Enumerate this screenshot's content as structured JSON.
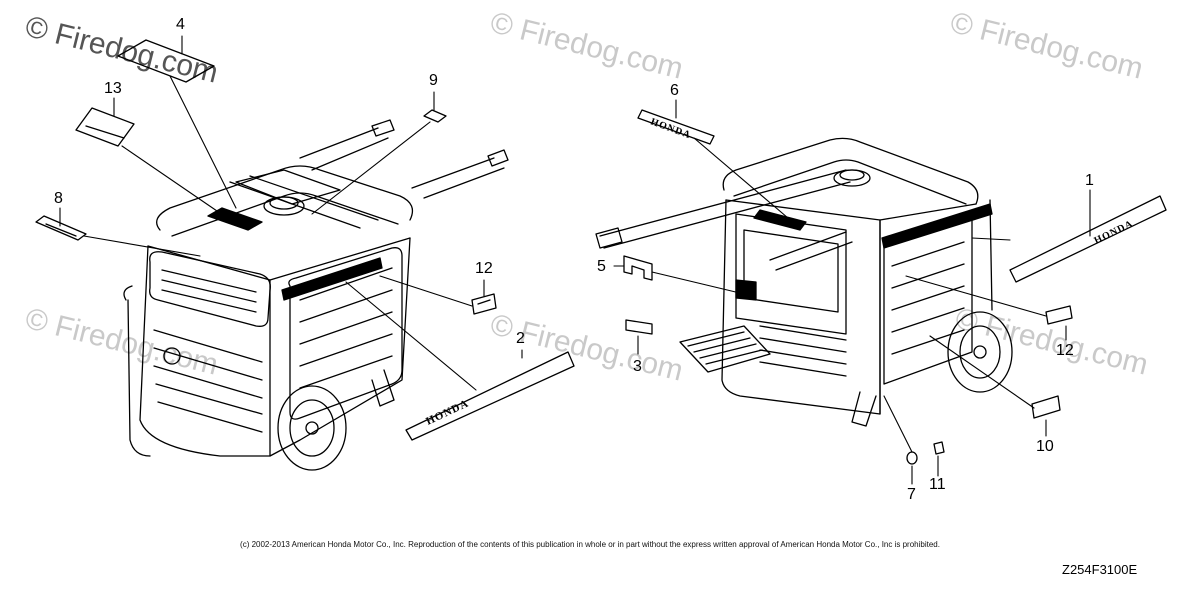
{
  "watermark": {
    "primary": "© Firedog.com",
    "faded": "© Firedog.com"
  },
  "callouts": {
    "n1": "1",
    "n2": "2",
    "n3": "3",
    "n4": "4",
    "n5": "5",
    "n6": "6",
    "n7": "7",
    "n8": "8",
    "n9": "9",
    "n10": "10",
    "n11": "11",
    "n12a": "12",
    "n12b": "12",
    "n13": "13"
  },
  "brand_text": "HONDA",
  "copyright": "(c) 2002-2013 American Honda Motor Co., Inc. Reproduction of the contents of this publication in whole or in part without the express written approval of American Honda Motor Co., Inc is prohibited.",
  "diagram_code": "Z254F3100E",
  "colors": {
    "line": "#000000",
    "watermark": "#c9c9c9",
    "background": "#ffffff"
  }
}
